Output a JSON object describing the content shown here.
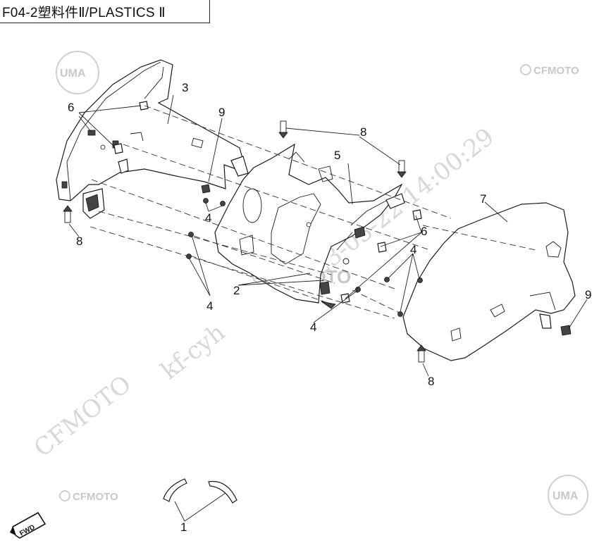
{
  "header": {
    "title": "F04-2塑料件Ⅱ/PLASTICS Ⅱ"
  },
  "callouts": {
    "c1": "1",
    "c2": "2",
    "c3": "3",
    "c4a": "4",
    "c4b": "4",
    "c4c": "4",
    "c4d": "4",
    "c5": "5",
    "c6a": "6",
    "c6b": "6",
    "c7": "7",
    "c8a": "8",
    "c8b": "8",
    "c8c": "8",
    "c9a": "9",
    "c9b": "9"
  },
  "watermarks": {
    "uma_label": "UMA",
    "cfmoto_label": "CFMOTO",
    "timestamp": "2023-03-22 14:00:29",
    "user": "kf-cyh",
    "cfmoto_big": "CFMOTO"
  },
  "fwd_label": "FWD",
  "colors": {
    "line": "#1a1a1a",
    "watermark": "#d0d0d0"
  }
}
